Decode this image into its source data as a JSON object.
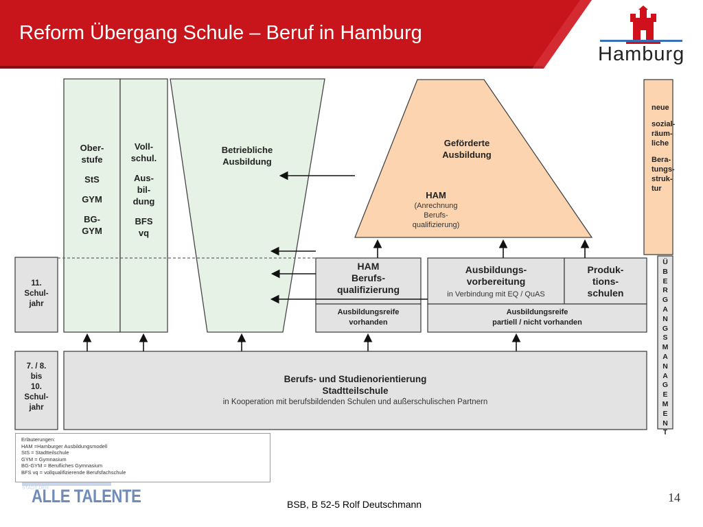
{
  "header": {
    "title": "Reform Übergang Schule – Beruf in Hamburg",
    "logo_text": "Hamburg",
    "logo_icon": "hamburg-castle-icon",
    "colors": {
      "red": "#c8141b",
      "dark_red": "#8b0e12"
    }
  },
  "diagram": {
    "col_oberstufe": [
      "Ober-",
      "stufe",
      "",
      "StS",
      "",
      "GYM",
      "",
      "BG-",
      "GYM"
    ],
    "col_vollschul": [
      "Voll-",
      "schul.",
      "",
      "Aus-",
      "bil-",
      "dung",
      "",
      "BFS",
      "vq"
    ],
    "betriebliche": [
      "Betriebliche",
      "Ausbildung"
    ],
    "gefoerderte": [
      "Geförderte",
      "Ausbildung"
    ],
    "ham_title": "HAM",
    "ham_note": [
      "(Anrechnung",
      "Berufs-",
      "qualifizierung)"
    ],
    "right_col": [
      "neue",
      "",
      "sozial-",
      "räum-",
      "liche",
      "",
      "Bera-",
      "tungs-",
      "struk-",
      "tur"
    ],
    "schuljahr_11": [
      "11.",
      "Schul-",
      "jahr"
    ],
    "ham_bq": [
      "HAM",
      "Berufs-",
      "qualifizierung"
    ],
    "ausbildungsvorbereitung": [
      "Ausbildungs-",
      "vorbereitung"
    ],
    "ausbildungsvorbereitung_note": "in Verbindung mit EQ / QuAS",
    "produktionsschulen": [
      "Produk-",
      "tions-",
      "schulen"
    ],
    "reife_vorhanden": [
      "Ausbildungsreife",
      "vorhanden"
    ],
    "reife_partiell": [
      "Ausbildungsreife",
      "partiell / nicht vorhanden"
    ],
    "schuljahr_7_10": [
      "7. / 8.",
      "bis",
      "10.",
      "Schul-",
      "jahr"
    ],
    "bso": [
      "Berufs- und Studienorientierung",
      "Stadtteilschule"
    ],
    "bso_note": "in Kooperation mit berufsbildenden Schulen und außerschulischen Partnern",
    "uebergang": [
      "Ü",
      "B",
      "E",
      "R",
      "G",
      "A",
      "N",
      "G",
      "S",
      "M",
      "A",
      "N",
      "A",
      "G",
      "E",
      "M",
      "E",
      "N",
      "T"
    ],
    "colors": {
      "green": "#e6f2e6",
      "orange": "#fcd5b0",
      "grey": "#e3e3e3"
    }
  },
  "legend": [
    "Erläuterungen:",
    "HAM =Hamburger Ausbildungsmodell",
    "StS = Stadtteilschule",
    "GYM = Gymnasium",
    "BG-GYM = Berufliches Gymnasium",
    "BFS vq = vollqualifizierende Berufsfachschule"
  ],
  "branding": {
    "text_top": "STADT DER",
    "text_main": "ALLE TALENTE"
  },
  "footer": {
    "text": "BSB, B 52-5 Rolf Deutschmann",
    "page_number": "14"
  }
}
